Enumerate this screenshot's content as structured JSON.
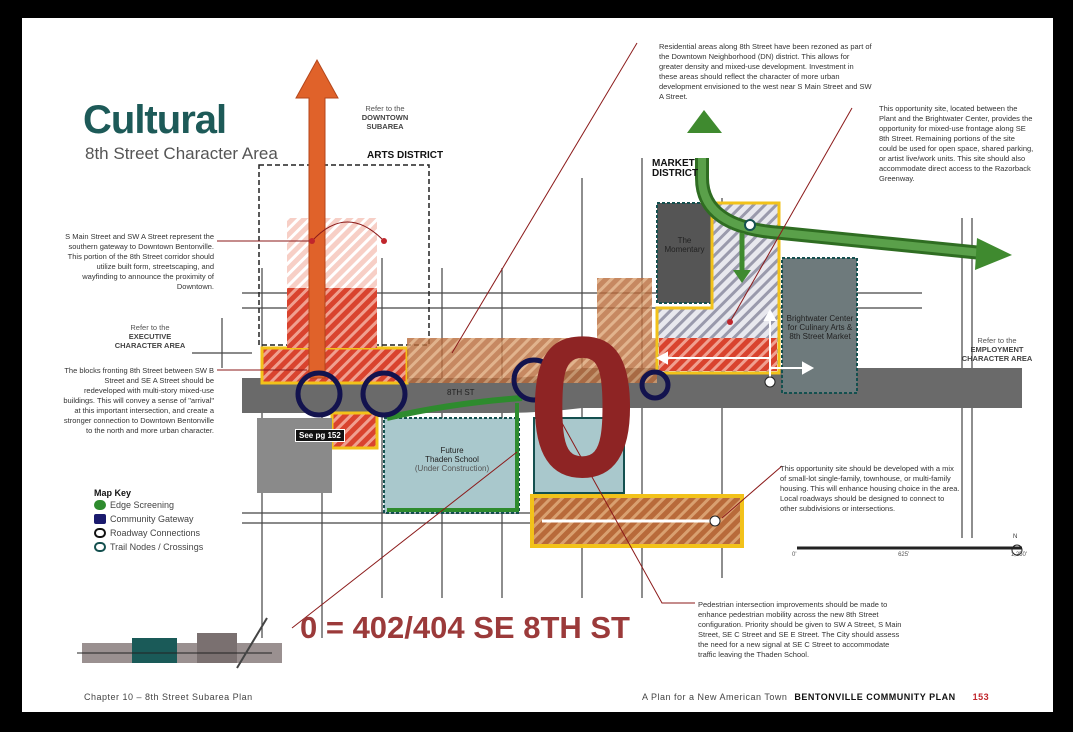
{
  "header": {
    "title": "Cultural",
    "subtitle": "8th Street Character Area"
  },
  "refers": {
    "downtown": {
      "line1": "Refer to the",
      "line2": "DOWNTOWN",
      "line3": "SUBAREA"
    },
    "executive": {
      "line1": "Refer to the",
      "line2": "EXECUTIVE",
      "line3": "CHARACTER AREA"
    },
    "employment": {
      "line1": "Refer to the",
      "line2": "EMPLOYMENT",
      "line3": "CHARACTER AREA"
    }
  },
  "districts": {
    "arts": "ARTS DISTRICT",
    "market_1": "MARKET",
    "market_2": "DISTRICT"
  },
  "map_labels": {
    "momentary": "The Momentary",
    "brightwater": "Brightwater Center for Culinary Arts & 8th Street Market",
    "thaden_1": "Future",
    "thaden_2": "Thaden School",
    "thaden_3": "(Under Construction)",
    "street": "8TH ST",
    "see_pg": "See pg 152"
  },
  "annotations": {
    "residential": "Residential areas along 8th Street have been rezoned as part of the Downtown Neighborhood (DN) district. This allows for greater density and mixed-use development. Investment in these areas should reflect the character of more urban development envisioned to the west near S Main Street and SW A Street.",
    "opportunity_plant": "This opportunity site, located between the Plant and the Brightwater Center, provides the opportunity for mixed-use frontage along SE 8th Street. Remaining portions of the site could be used for open space, shared parking, or artist live/work units. This site should also accommodate direct access to the Razorback Greenway.",
    "gateway": "S Main Street and SW A Street represent the southern gateway to Downtown Bentonville. This portion of the 8th Street corridor should utilize built form, streetscaping, and wayfinding to announce the proximity of Downtown.",
    "blocks": "The blocks fronting 8th Street between SW B Street and SE A Street should be redeveloped with multi-story mixed-use buildings. This will convey a sense of \"arrival\" at this important intersection, and create a stronger connection to Downtown Bentonville to the north and more urban character.",
    "housing": "This opportunity site should be developed with a mix of small-lot single-family, townhouse, or multi-family housing. This will enhance housing choice in the area. Local roadways should be designed to connect to other subdivisions or intersections.",
    "pedestrian": "Pedestrian intersection improvements should be made to enhance pedestrian mobility across the new 8th Street configuration. Priority should be given to SW A Street, S Main Street, SE C Street and SE E Street. The City should assess the need for a new signal at SE C Street to accommodate traffic leaving the Thaden School."
  },
  "map_key": {
    "title": "Map Key",
    "items": [
      {
        "label": "Edge Screening",
        "color": "#2e8b2e"
      },
      {
        "label": "Community Gateway",
        "color": "#1a1a6e"
      },
      {
        "label": "Roadway Connections",
        "color": "#111111"
      },
      {
        "label": "Trail Nodes / Crossings",
        "color": "#14504f"
      }
    ]
  },
  "scale": {
    "ticks": [
      "0'",
      "625'",
      "1,250'"
    ],
    "north": "N"
  },
  "overlay": {
    "big_mark": "0",
    "address": "0 = 402/404 SE 8TH ST"
  },
  "footer": {
    "chapter": "Chapter 10 – 8th Street Subarea Plan",
    "tagline": "A Plan for a New American Town",
    "plan": "BENTONVILLE COMMUNITY PLAN",
    "page": "153"
  },
  "colors": {
    "title": "#1d5a58",
    "accent_red": "#9b3a3a",
    "page_num": "#c0262c",
    "greenway": "#3f8a2f",
    "gateway_arrow": "#e0622a"
  }
}
